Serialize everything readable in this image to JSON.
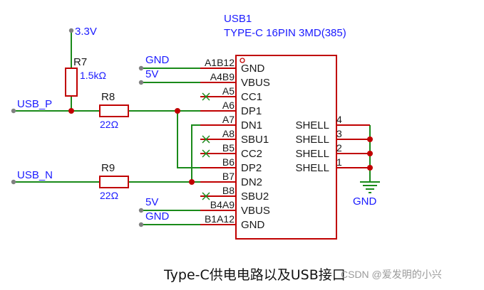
{
  "colors": {
    "wire": "#1a8a1a",
    "component": "#c00000",
    "net_label": "#1a1aff",
    "pin_text": "#1a1a1a",
    "port": "#808080",
    "nc_mark": "#1a8a1a"
  },
  "caption": "Type-C供电电路以及USB接口",
  "watermark": "CSDN @爱发明的小兴",
  "connector": {
    "designator": "USB1",
    "part": "TYPE-C 16PIN 3MD(385)",
    "left_pins": [
      {
        "num": "A1B12",
        "name": "GND"
      },
      {
        "num": "A4B9",
        "name": "VBUS"
      },
      {
        "num": "A5",
        "name": "CC1"
      },
      {
        "num": "A6",
        "name": "DP1"
      },
      {
        "num": "A7",
        "name": "DN1"
      },
      {
        "num": "A8",
        "name": "SBU1"
      },
      {
        "num": "B5",
        "name": "CC2"
      },
      {
        "num": "B6",
        "name": "DP2"
      },
      {
        "num": "B7",
        "name": "DN2"
      },
      {
        "num": "B8",
        "name": "SBU2"
      },
      {
        "num": "B4A9",
        "name": "VBUS"
      },
      {
        "num": "B1A12",
        "name": "GND"
      }
    ],
    "right_pins": [
      {
        "num": "4",
        "name": "SHELL"
      },
      {
        "num": "3",
        "name": "SHELL"
      },
      {
        "num": "2",
        "name": "SHELL"
      },
      {
        "num": "1",
        "name": "SHELL"
      }
    ]
  },
  "resistors": {
    "r7": {
      "designator": "R7",
      "value": "1.5kΩ"
    },
    "r8": {
      "designator": "R8",
      "value": "22Ω"
    },
    "r9": {
      "designator": "R9",
      "value": "22Ω"
    }
  },
  "nets": {
    "v33": "3.3V",
    "usb_p": "USB_P",
    "usb_n": "USB_N",
    "gnd_top": "GND",
    "v5_top": "5V",
    "v5_bottom": "5V",
    "gnd_bottom": "GND",
    "gnd_shell": "GND"
  }
}
